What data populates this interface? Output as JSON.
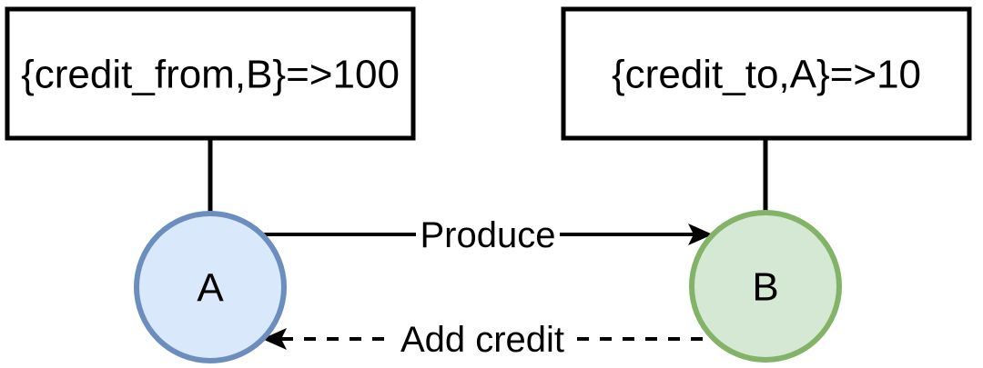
{
  "notes": {
    "credit_from": "{credit_from,B}=>100",
    "credit_to": "{credit_to,A}=>10"
  },
  "nodes": {
    "a": {
      "label": "A",
      "fill": "#dae8fc",
      "stroke": "#6c8ebf"
    },
    "b": {
      "label": "B",
      "fill": "#d5e8d4",
      "stroke": "#82b366"
    }
  },
  "edges": {
    "produce": {
      "label": "Produce"
    },
    "add_credit": {
      "label": "Add credit"
    }
  },
  "colors": {
    "line": "#000000",
    "background": "#ffffff"
  }
}
